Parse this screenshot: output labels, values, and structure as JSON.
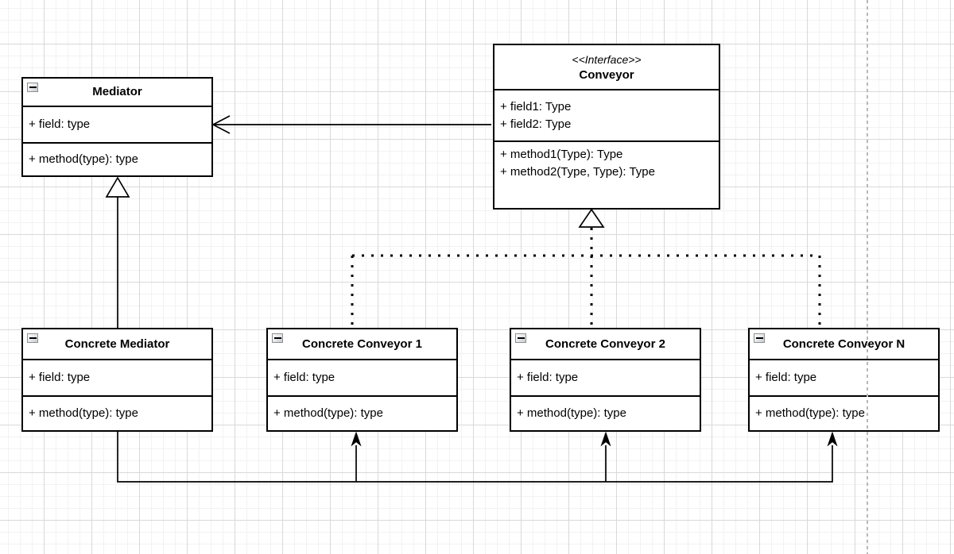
{
  "canvas": {
    "background_color": "#ffffff",
    "grid_minor_color": "#f2f2f2",
    "grid_major_color": "#d9d9d9",
    "page_break_color": "#b8b8b8",
    "shape_stroke_color": "#000000",
    "shape_fill_color": "#ffffff",
    "text_color": "#000000"
  },
  "icons": {
    "collapse": "minus-square-icon"
  },
  "classes": {
    "mediator": {
      "title": "Mediator",
      "fields": [
        "+ field: type"
      ],
      "methods": [
        "+ method(type): type"
      ]
    },
    "conveyor": {
      "stereotype": "<<Interface>>",
      "title": "Conveyor",
      "fields": [
        "+ field1: Type",
        "+ field2: Type"
      ],
      "methods": [
        "+ method1(Type): Type",
        "+ method2(Type, Type): Type"
      ]
    },
    "concrete_mediator": {
      "title": "Concrete Mediator",
      "fields": [
        "+ field: type"
      ],
      "methods": [
        "+ method(type): type"
      ]
    },
    "concrete_conveyor_1": {
      "title": "Concrete Conveyor 1",
      "fields": [
        "+ field: type"
      ],
      "methods": [
        "+ method(type): type"
      ]
    },
    "concrete_conveyor_2": {
      "title": "Concrete Conveyor 2",
      "fields": [
        "+ field: type"
      ],
      "methods": [
        "+ method(type): type"
      ]
    },
    "concrete_conveyor_n": {
      "title": "Concrete Conveyor N",
      "fields": [
        "+ field: type"
      ],
      "methods": [
        "+ method(type): type"
      ]
    }
  },
  "relationships": [
    {
      "type": "directed-association",
      "from": "Conveyor",
      "to": "Mediator",
      "line": "solid",
      "arrow": "open"
    },
    {
      "type": "generalization",
      "from": "Concrete Mediator",
      "to": "Mediator",
      "line": "solid",
      "arrow": "hollow-triangle"
    },
    {
      "type": "realization",
      "from": "Concrete Conveyor 1",
      "to": "Conveyor",
      "line": "dotted",
      "arrow": "hollow-triangle"
    },
    {
      "type": "realization",
      "from": "Concrete Conveyor 2",
      "to": "Conveyor",
      "line": "dotted",
      "arrow": "hollow-triangle"
    },
    {
      "type": "realization",
      "from": "Concrete Conveyor N",
      "to": "Conveyor",
      "line": "dotted",
      "arrow": "hollow-triangle"
    },
    {
      "type": "directed-association",
      "from": "Concrete Mediator",
      "to": "Concrete Conveyor 1",
      "line": "solid",
      "arrow": "filled"
    },
    {
      "type": "directed-association",
      "from": "Concrete Mediator",
      "to": "Concrete Conveyor 2",
      "line": "solid",
      "arrow": "filled"
    },
    {
      "type": "directed-association",
      "from": "Concrete Mediator",
      "to": "Concrete Conveyor N",
      "line": "solid",
      "arrow": "filled"
    }
  ]
}
